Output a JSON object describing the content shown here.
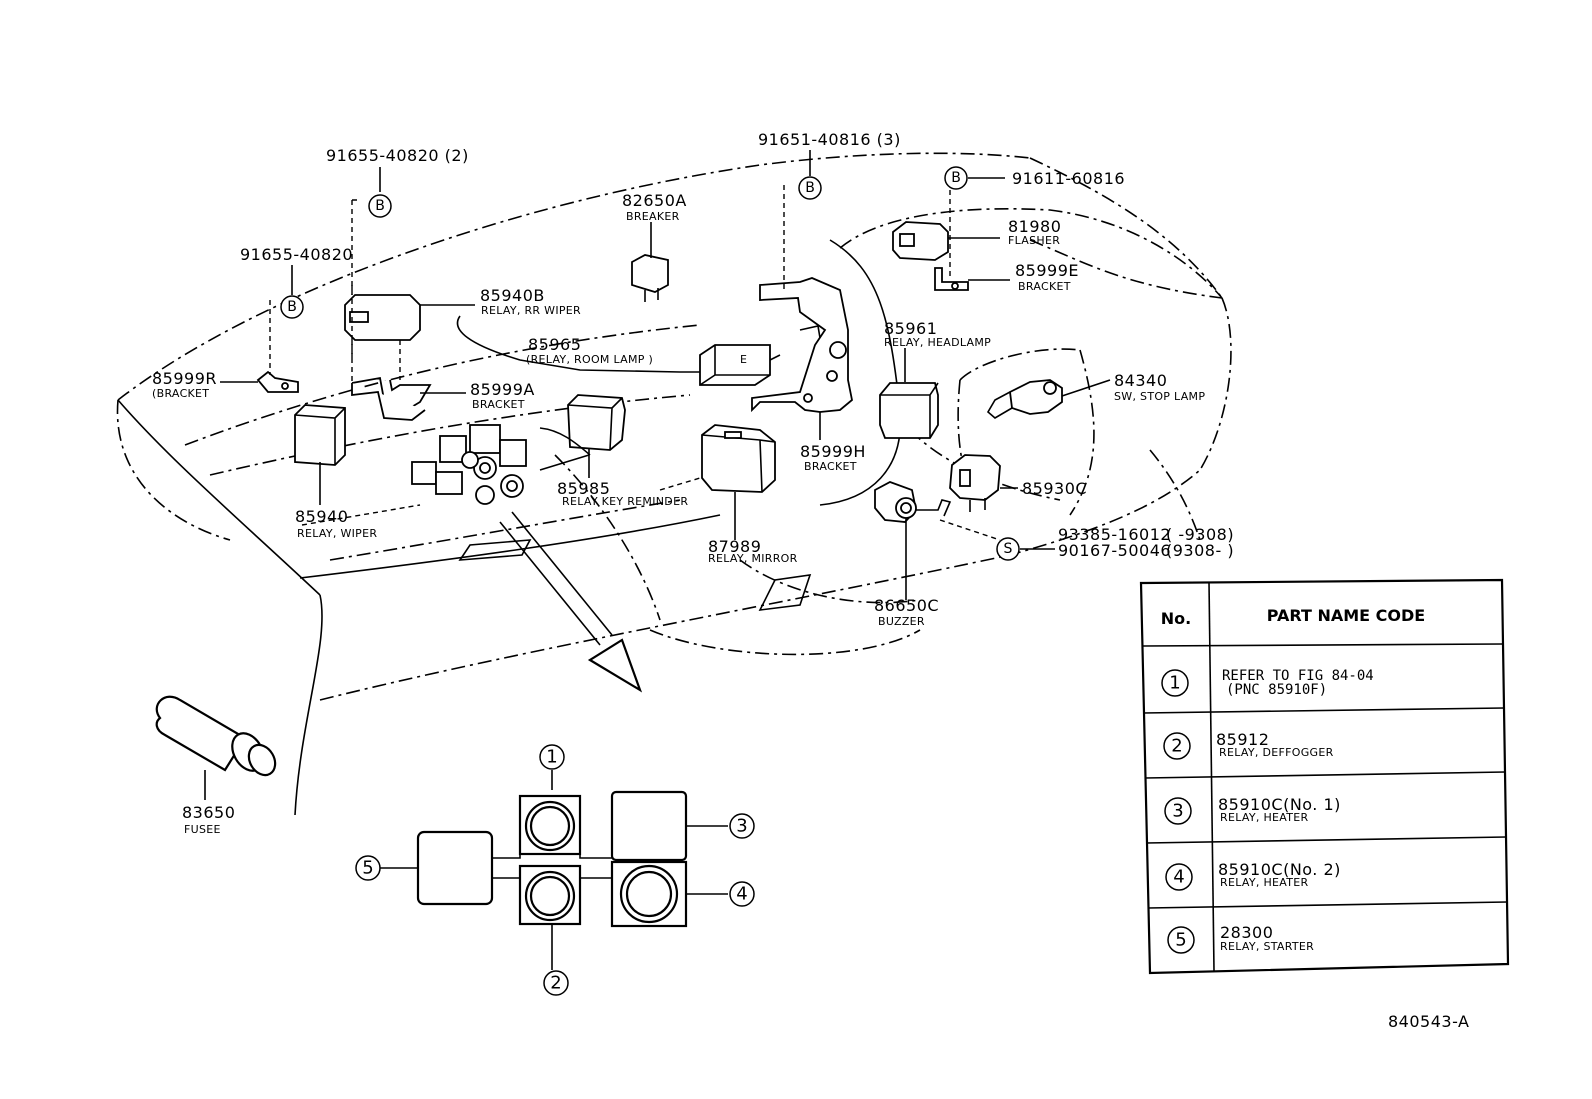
{
  "diagram": {
    "drawing_number": "840543-A",
    "callouts": [
      {
        "id": "c1",
        "part": "91655-40820 (2)",
        "name": ""
      },
      {
        "id": "c2",
        "part": "91651-40816 (3)",
        "name": ""
      },
      {
        "id": "c3",
        "part": "91611-60816",
        "name": ""
      },
      {
        "id": "c4",
        "part": "82650A",
        "name": "BREAKER"
      },
      {
        "id": "c5",
        "part": "81980",
        "name": "FLASHER"
      },
      {
        "id": "c6",
        "part": "85999E",
        "name": "BRACKET"
      },
      {
        "id": "c7",
        "part": "91655-40820",
        "name": ""
      },
      {
        "id": "c8",
        "part": "85940B",
        "name": "RELAY, RR WIPER"
      },
      {
        "id": "c9",
        "part": "85965",
        "name": "(RELAY, ROOM LAMP )"
      },
      {
        "id": "c10",
        "part": "85961",
        "name": "RELAY, HEADLAMP"
      },
      {
        "id": "c11",
        "part": "84340",
        "name": "SW, STOP LAMP"
      },
      {
        "id": "c12",
        "part": "85999R",
        "name": "(BRACKET"
      },
      {
        "id": "c13",
        "part": "85999A",
        "name": "BRACKET"
      },
      {
        "id": "c14",
        "part": "85999H",
        "name": "BRACKET"
      },
      {
        "id": "c15",
        "part": "85930C",
        "name": ""
      },
      {
        "id": "c16",
        "part": "85985",
        "name": "RELAY KEY REMINDER"
      },
      {
        "id": "c17",
        "part": "85940",
        "name": "RELAY, WIPER"
      },
      {
        "id": "c18",
        "part": "87989",
        "name": "RELAY, MIRROR"
      },
      {
        "id": "c19",
        "part": "86650C",
        "name": "BUZZER"
      },
      {
        "id": "c20",
        "part": "83650",
        "name": "FUSEE"
      }
    ],
    "screw_callout": {
      "line1_part": "93385-16012",
      "line1_range": "(      -9308)",
      "line2_part": "90167-50046",
      "line2_range": "(9308-        )"
    },
    "symbols": {
      "b": "B",
      "s": "S"
    },
    "detail_markers": [
      "1",
      "2",
      "3",
      "4",
      "5"
    ]
  },
  "table": {
    "header_no": "No.",
    "header_name": "PART NAME CODE",
    "rows": [
      {
        "no": "1",
        "line1": "REFER TO FIG 84-04",
        "line2": "(PNC 85910F)"
      },
      {
        "no": "2",
        "line1": "85912",
        "line2": "RELAY, DEFFOGGER"
      },
      {
        "no": "3",
        "line1": "85910C(No. 1)",
        "line2": "RELAY, HEATER"
      },
      {
        "no": "4",
        "line1": "85910C(No. 2)",
        "line2": "RELAY, HEATER"
      },
      {
        "no": "5",
        "line1": "28300",
        "line2": "RELAY, STARTER"
      }
    ]
  }
}
